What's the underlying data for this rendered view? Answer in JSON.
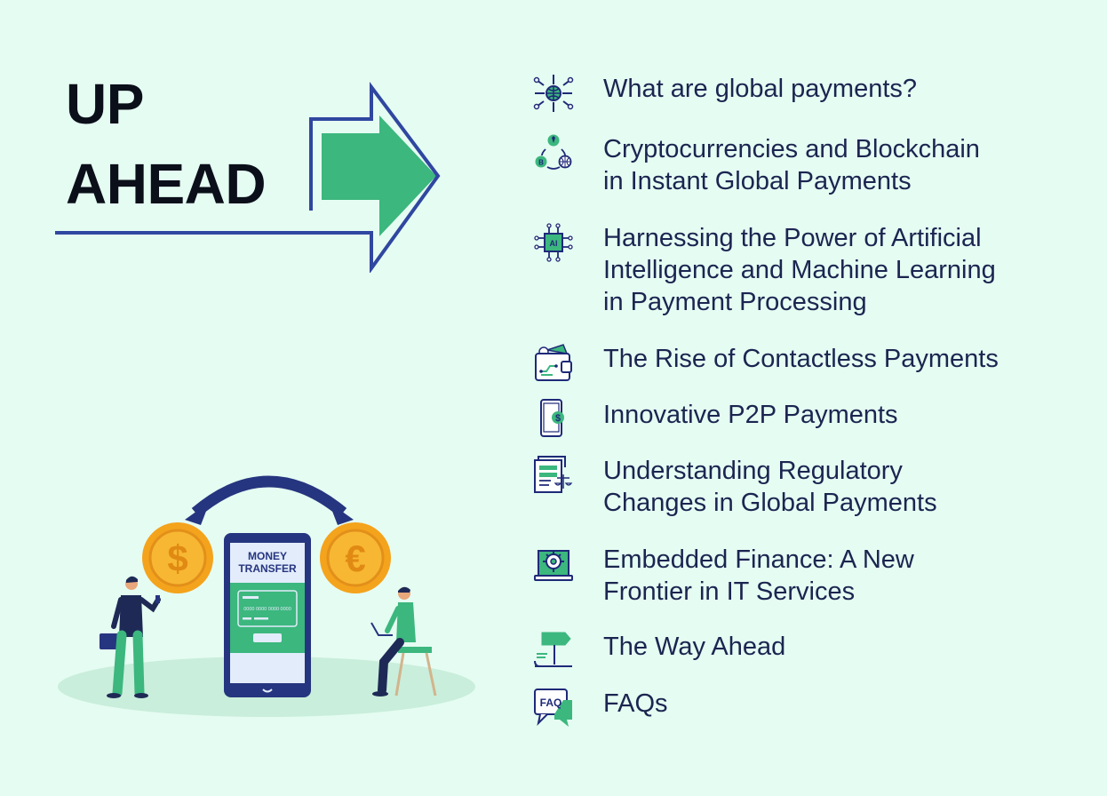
{
  "title": {
    "line1": "UP",
    "line2": "AHEAD"
  },
  "illustration": {
    "phone_heading_1": "MONEY",
    "phone_heading_2": "TRANSFER",
    "card_number": "0000 0000 0000 0000",
    "coin_left_symbol": "$",
    "coin_right_symbol": "€"
  },
  "toc": [
    {
      "label": "What are global payments?",
      "icon": "globe-network-icon"
    },
    {
      "label": "Cryptocurrencies and Blockchain\nin Instant Global Payments",
      "icon": "crypto-cycle-icon"
    },
    {
      "label": "Harnessing the Power of Artificial\nIntelligence and Machine Learning\nin Payment Processing",
      "icon": "ai-chip-icon"
    },
    {
      "label": "The Rise of Contactless Payments",
      "icon": "wallet-icon"
    },
    {
      "label": "Innovative P2P Payments",
      "icon": "mobile-dollar-icon"
    },
    {
      "label": "Understanding Regulatory\nChanges in Global Payments",
      "icon": "document-scale-icon"
    },
    {
      "label": "Embedded Finance: A New\nFrontier in IT Services",
      "icon": "laptop-gear-icon"
    },
    {
      "label": "The Way Ahead",
      "icon": "signpost-icon"
    },
    {
      "label": "FAQs",
      "icon": "faq-bubble-icon"
    }
  ],
  "colors": {
    "navy": "#1e2a78",
    "green": "#3cb77e",
    "coin": "#f4a31c",
    "background": "#e5fcf2"
  }
}
